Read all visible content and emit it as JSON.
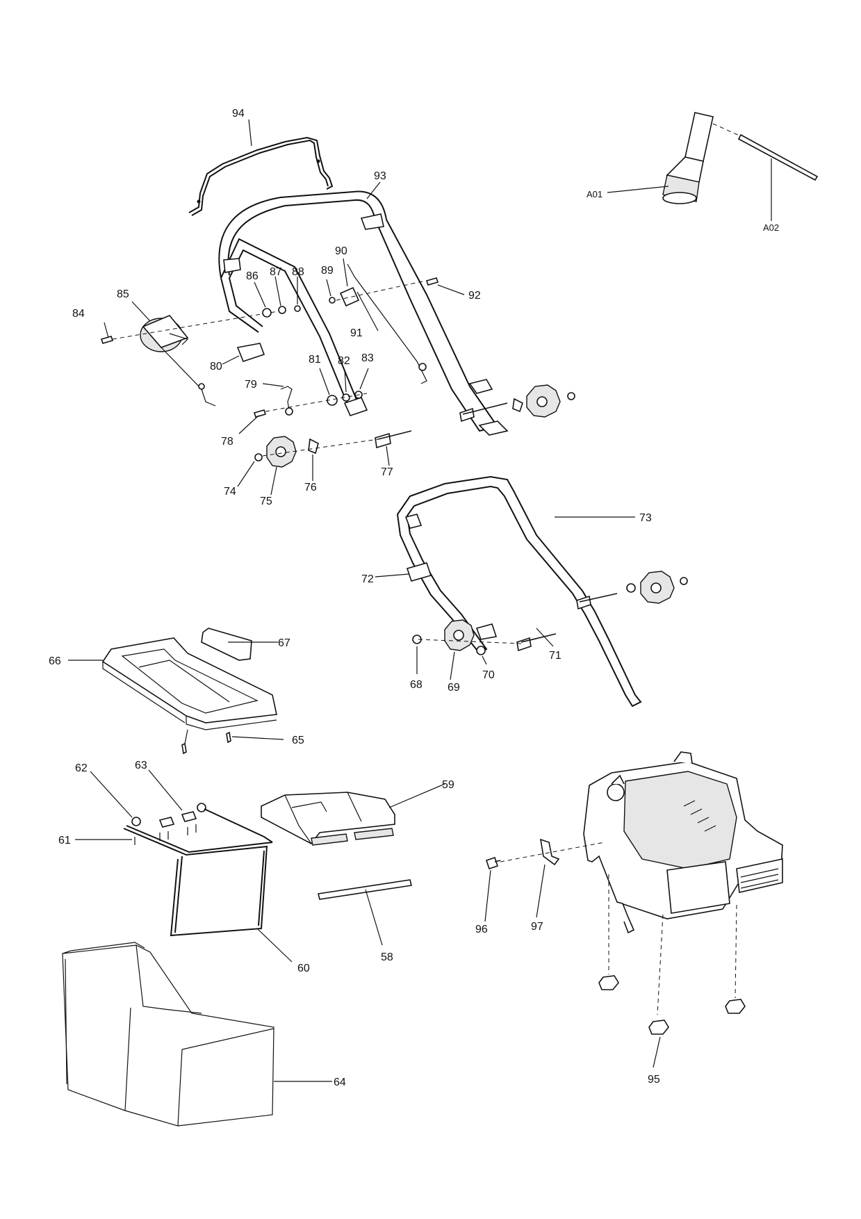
{
  "labels": {
    "l94": "94",
    "l93": "93",
    "l92": "92",
    "l91": "91",
    "l90": "90",
    "l89": "89",
    "l88": "88",
    "l87": "87",
    "l86": "86",
    "l85": "85",
    "l84": "84",
    "l83": "83",
    "l82": "82",
    "l81": "81",
    "l80": "80",
    "l79": "79",
    "l78": "78",
    "l77": "77",
    "l76": "76",
    "l75": "75",
    "l74": "74",
    "l73": "73",
    "l72": "72",
    "l71": "71",
    "l70": "70",
    "l69": "69",
    "l68": "68",
    "l67": "67",
    "l66": "66",
    "l65": "65",
    "l64": "64",
    "l63": "63",
    "l62": "62",
    "l61": "61",
    "l60": "60",
    "l59": "59",
    "l58": "58",
    "l97": "97",
    "l96": "96",
    "l95": "95",
    "lA01": "A01",
    "lA02": "A02"
  }
}
